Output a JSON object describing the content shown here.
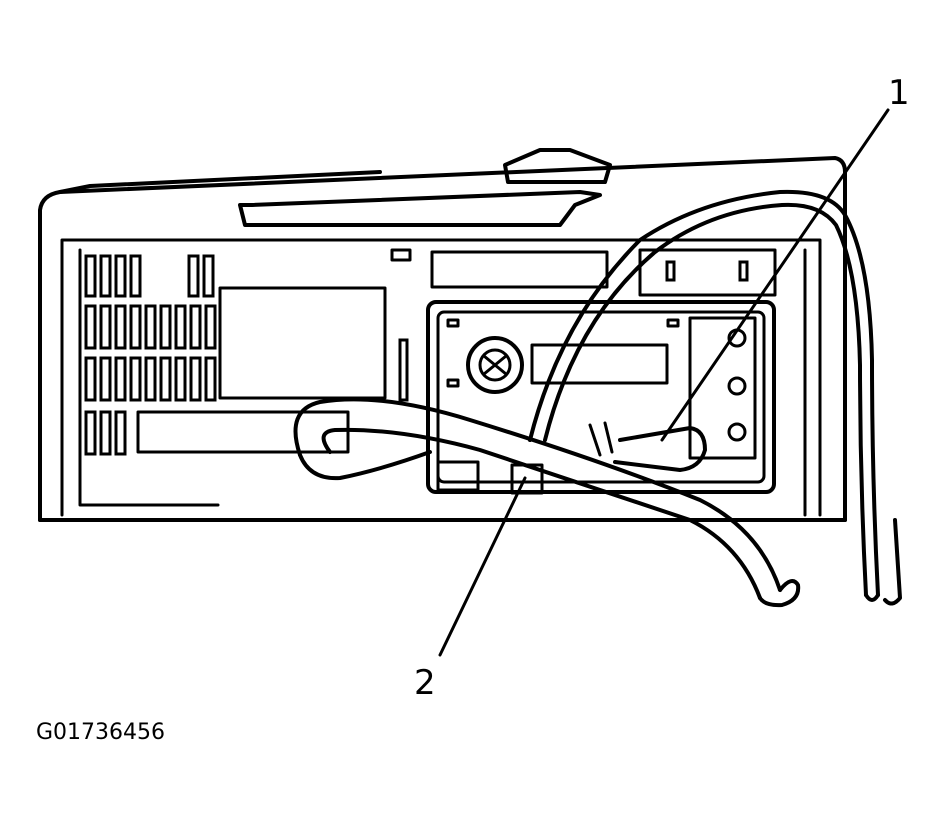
{
  "callouts": {
    "one": "1",
    "two": "2"
  },
  "figure_id": "G01736456",
  "colors": {
    "line": "#000000",
    "background": "#ffffff"
  }
}
